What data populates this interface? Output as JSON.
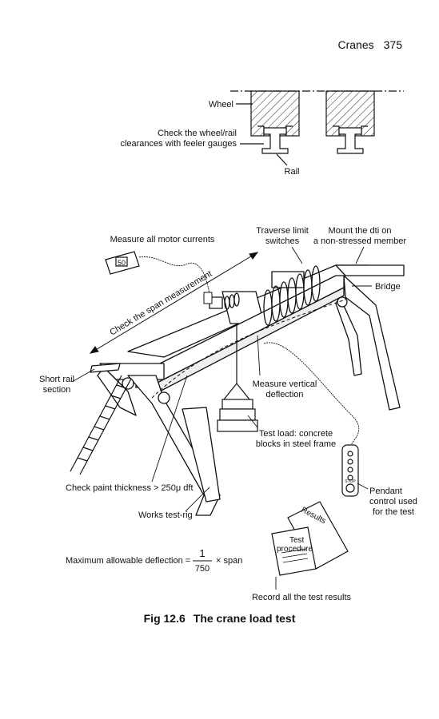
{
  "header": {
    "section": "Cranes",
    "page_number": "375"
  },
  "wheel_detail": {
    "wheel_label": "Wheel",
    "check_line1": "Check the wheel/rail",
    "check_line2": "clearances with feeler gauges",
    "rail_label": "Rail"
  },
  "crane": {
    "motor_currents": "Measure all motor currents",
    "meter_display": "50",
    "traverse_line1": "Traverse limit",
    "traverse_line2": "switches",
    "dti_line1": "Mount the dti on",
    "dti_line2": "a non-stressed member",
    "bridge": "Bridge",
    "span": "Check the span measurement",
    "short_rail_line1": "Short rail",
    "short_rail_line2": "section",
    "deflection_line1": "Measure vertical",
    "deflection_line2": "deflection",
    "test_load_line1": "Test load: concrete",
    "test_load_line2": "blocks in steel frame",
    "paint": "Check paint thickness > 250μ dft",
    "rig": "Works test-rig",
    "pendant_stop": "STOP",
    "pendant_line1": "Pendant",
    "pendant_line2": "control used",
    "pendant_line3": "for the test",
    "formula_prefix": "Maximum allowable deflection =",
    "formula_num": "1",
    "formula_den": "750",
    "formula_suffix": "× span",
    "doc_results": "Results",
    "doc_test": "Test",
    "doc_procedure": "procedure",
    "record": "Record all the test results"
  },
  "caption": {
    "fig_number": "Fig 12.6",
    "title": "The crane load test"
  }
}
